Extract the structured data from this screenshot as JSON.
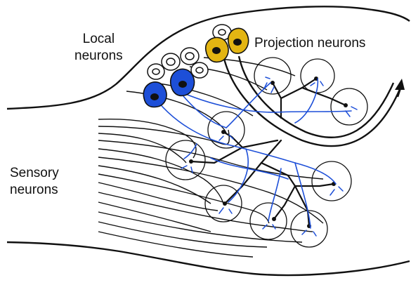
{
  "labels": {
    "local": [
      "Local",
      "neurons"
    ],
    "projection": "Projection neurons",
    "sensory": [
      "Sensory",
      "neurons"
    ]
  },
  "colors": {
    "ink": "#111111",
    "local_neuron_blue": "#1d4fd8",
    "local_neuron_blue_light": "#2f6fe0",
    "projection_neuron_yellow": "#e3b512",
    "background": "#ffffff"
  },
  "icons": {
    "arrow": "arrow-icon"
  }
}
